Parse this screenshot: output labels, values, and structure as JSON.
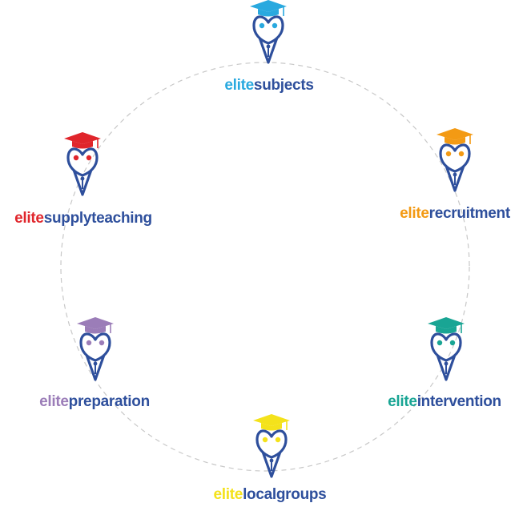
{
  "brand_prefix": "elite",
  "colors": {
    "brand_blue": "#2e4f9c",
    "ring": "#c8c8c8"
  },
  "items": [
    {
      "key": "subjects",
      "suffix": "subjects",
      "color": "#29a9df"
    },
    {
      "key": "recruitment",
      "suffix": "recruitment",
      "color": "#f39a14"
    },
    {
      "key": "intervention",
      "suffix": "intervention",
      "color": "#19a594"
    },
    {
      "key": "localgroups",
      "suffix": "localgroups",
      "color": "#f4e21b"
    },
    {
      "key": "preparation",
      "suffix": "preparation",
      "color": "#9b7db8"
    },
    {
      "key": "supplyteaching",
      "suffix": "supplyteaching",
      "color": "#e0252b"
    }
  ],
  "icon": "owl-graduate-pen-icon"
}
